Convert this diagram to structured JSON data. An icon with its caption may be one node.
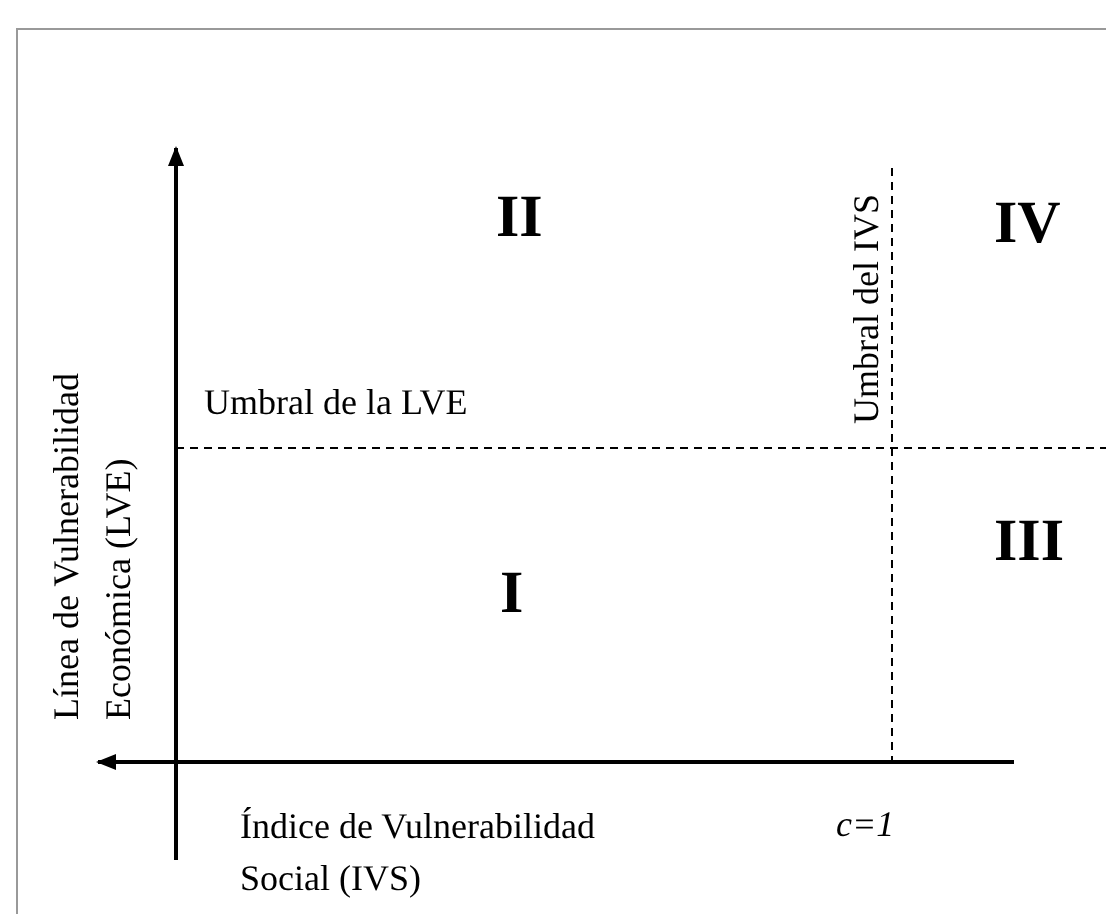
{
  "diagram": {
    "labels": [
      "II",
      "IV",
      "Umbral del IVS",
      "Umbral de la LVE",
      "Línea de Vulnerabilidad Económica (LVE)",
      "III",
      "I",
      "Índice de Vulnerabilidad Social (IVS)",
      "c=1"
    ]
  }
}
